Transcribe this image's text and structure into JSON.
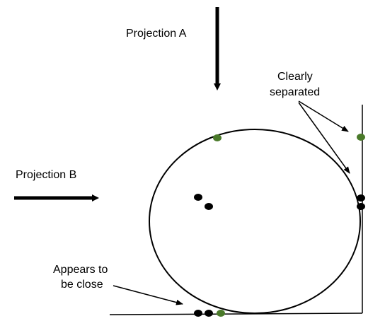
{
  "labels": {
    "projection_a": "Projection A",
    "projection_b": "Projection B",
    "clearly_line1": "Clearly",
    "clearly_line2": "separated",
    "appears_line1": "Appears to",
    "appears_line2": "be close"
  },
  "colors": {
    "ink": "#000000",
    "highlight_point": "#4a7a2a",
    "background": "#ffffff"
  }
}
